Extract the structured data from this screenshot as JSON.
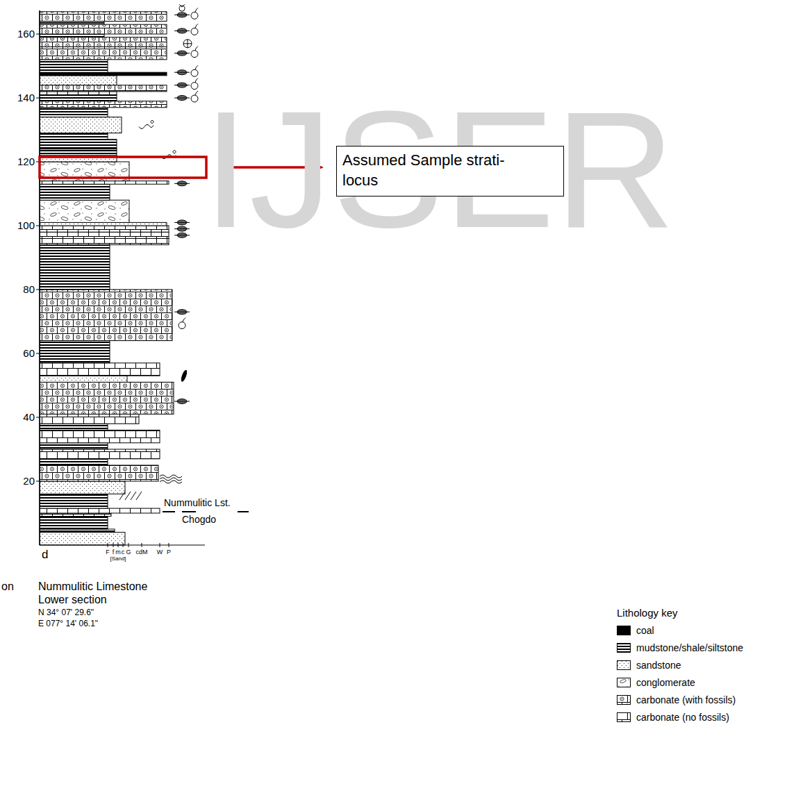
{
  "diagram": {
    "nodes": [
      {
        "text": [
          "Assumed Sample strati-locus"
        ]
      }
    ],
    "labels": [
      "160",
      "140",
      "120",
      "100",
      "80",
      "60",
      "40",
      "20",
      "Nummulitic Lst.",
      "Chogdo",
      "d",
      "F",
      "f",
      "m",
      "c",
      "G",
      "cdM",
      "W",
      "P",
      "[Sand]",
      "on",
      "Nummulitic Limestone",
      "Lower section",
      "N 34° 07' 29.6\"",
      "E 077° 14' 06.1\"",
      "Lithology key",
      "IJSER"
    ],
    "legend": [
      {
        "text": "coal",
        "color": "#000000"
      },
      {
        "text": "mudstone/shale/siltstone"
      },
      {
        "text": "sandstone"
      },
      {
        "text": "conglomerate"
      },
      {
        "text": "carbonate (with fossils)"
      },
      {
        "text": "carbonate (no fossils)"
      }
    ]
  }
}
